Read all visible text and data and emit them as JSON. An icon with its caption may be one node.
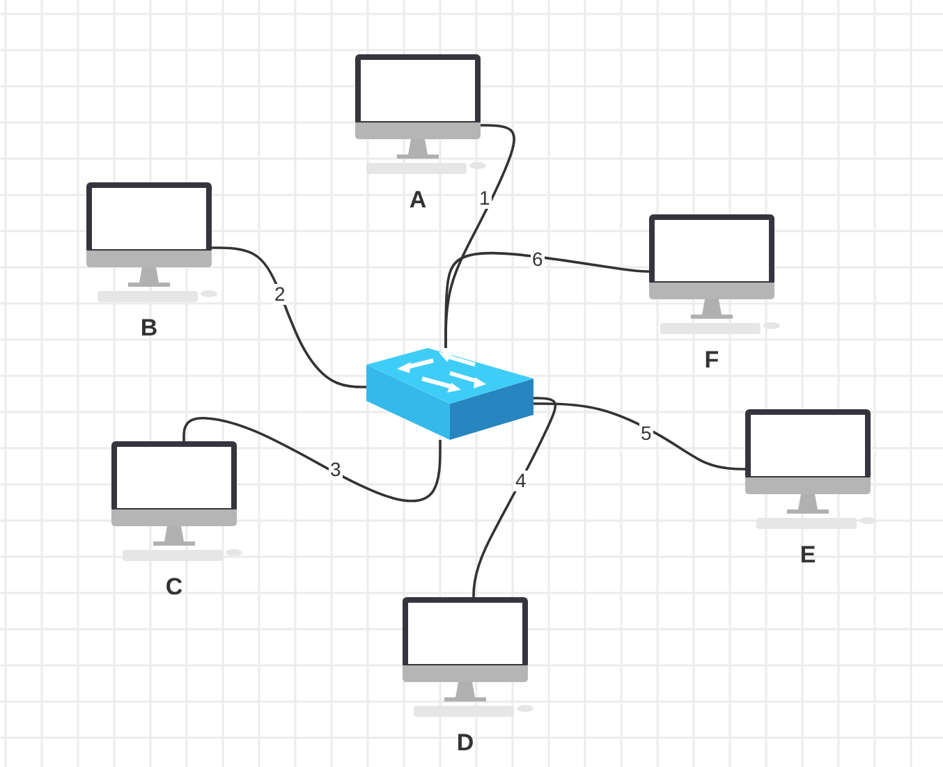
{
  "diagram": {
    "nodes": [
      {
        "text": [
          "A"
        ]
      },
      {
        "text": [
          "B"
        ]
      },
      {
        "text": [
          "F"
        ]
      },
      {
        "text": [],
        "shape": "picture"
      },
      {
        "text": [
          "C"
        ]
      },
      {
        "text": [
          "E"
        ]
      },
      {
        "text": [
          "D"
        ]
      }
    ],
    "edges": [
      {
        "from": 3,
        "to": 0,
        "arrow": "none",
        "label": "1"
      },
      {
        "from": 3,
        "to": 1,
        "arrow": "none",
        "label": "2"
      },
      {
        "from": 3,
        "to": 4,
        "arrow": "none",
        "label": "3"
      },
      {
        "from": 3,
        "to": 6,
        "arrow": "none",
        "label": "4"
      },
      {
        "from": 3,
        "to": 5,
        "arrow": "none",
        "label": "5"
      },
      {
        "from": 3,
        "to": 2,
        "arrow": "none",
        "label": "6"
      }
    ]
  }
}
